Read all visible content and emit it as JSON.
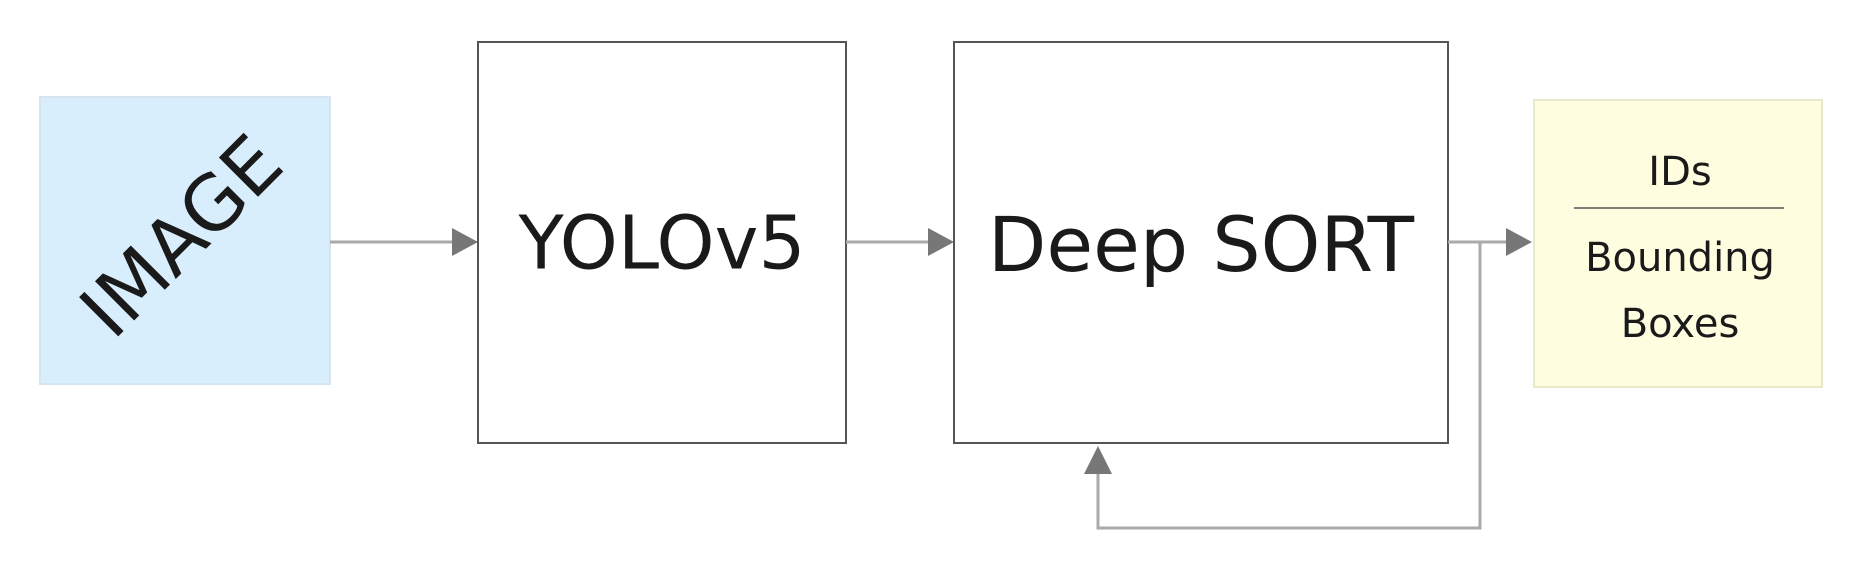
{
  "blocks": {
    "input": {
      "label": "IMAGE",
      "fill": "#d9eefd",
      "stroke": "#d6e4ef"
    },
    "detector": {
      "label": "YOLOv5"
    },
    "tracker": {
      "label": "Deep SORT"
    },
    "output": {
      "top_label": "IDs",
      "bottom_line_1": "Bounding",
      "bottom_line_2": "Boxes",
      "fill": "#fefde0",
      "stroke": "#e9e8c8"
    }
  },
  "colors": {
    "box_stroke": "#555555",
    "arrow": "#999999",
    "arrow_head": "#777777",
    "text": "#1a1a1a"
  }
}
